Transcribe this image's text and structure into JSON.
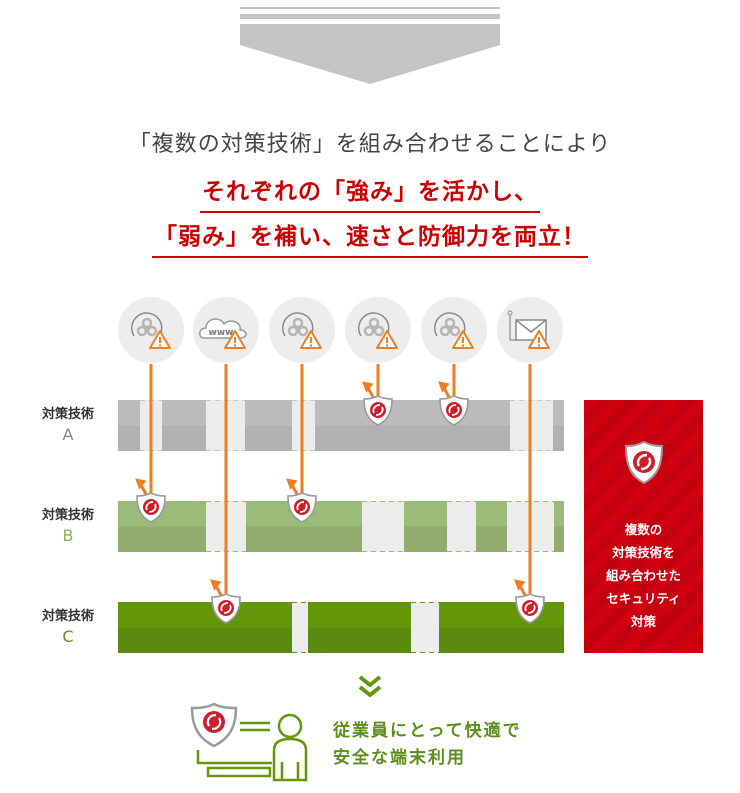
{
  "intro": "「複数の対策技術」を組み合わせることにより",
  "headline": {
    "line1": "それぞれの「強み」を活かし、",
    "line2": "「弱み」を補い、速さと防御力を両立！"
  },
  "threats": [
    {
      "name": "biohazard",
      "icon": "biohazard-warning-icon",
      "blocked_by": "B"
    },
    {
      "name": "web",
      "icon": "www-cloud-warning-icon",
      "label": "www",
      "blocked_by": "C"
    },
    {
      "name": "biohazard",
      "icon": "biohazard-warning-icon",
      "blocked_by": "B"
    },
    {
      "name": "biohazard",
      "icon": "biohazard-warning-icon",
      "blocked_by": "A"
    },
    {
      "name": "biohazard",
      "icon": "biohazard-warning-icon",
      "blocked_by": "A"
    },
    {
      "name": "email",
      "icon": "phishing-mail-warning-icon",
      "blocked_by": "C"
    }
  ],
  "rows": [
    {
      "id": "A",
      "label": "対策技術",
      "letter": "A",
      "color": "#bcbcbc",
      "color_dark": "#b1b1b1",
      "letter_color": "#888888"
    },
    {
      "id": "B",
      "label": "対策技術",
      "letter": "B",
      "color": "#9bbb79",
      "color_dark": "#92ac6e",
      "letter_color": "#8cb15e"
    },
    {
      "id": "C",
      "label": "対策技術",
      "letter": "C",
      "color": "#64960a",
      "color_dark": "#5b8a10",
      "letter_color": "#5b8f1c"
    }
  ],
  "side_panel": {
    "lines": [
      "複数の",
      "対策技術を",
      "組み合わせた",
      "セキュリティ",
      "対策"
    ],
    "color": "#d0000f"
  },
  "result": {
    "line1": "従業員にとって快適で",
    "line2": "安全な端末利用"
  },
  "colors": {
    "arrow": "#ef7d22",
    "accent_red": "#cc0000",
    "green": "#5b8f1c",
    "gap": "#ececec"
  }
}
